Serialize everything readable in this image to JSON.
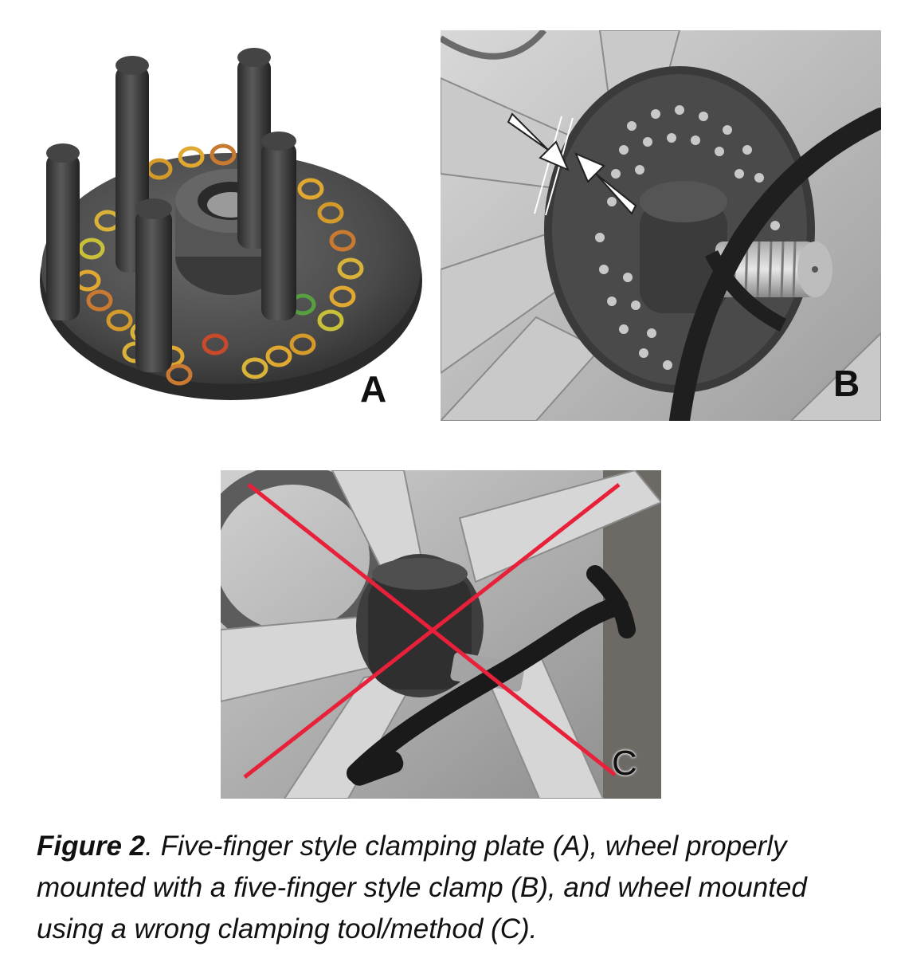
{
  "panels": {
    "a": {
      "letter": "A"
    },
    "b": {
      "letter": "B"
    },
    "c": {
      "letter": "C"
    }
  },
  "caption": {
    "label": "Figure 2",
    "text": ". Five-finger style clamping plate (A), wheel properly mounted with a five-finger style clamp (B), and wheel mounted using a wrong clamping tool/method (C)."
  },
  "colors": {
    "cross_mark": "#e8203a",
    "arrow": "#ffffff"
  }
}
